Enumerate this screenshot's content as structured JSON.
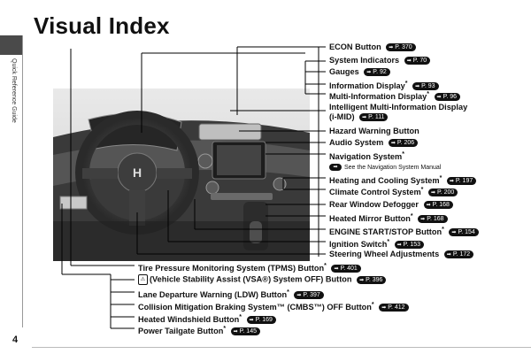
{
  "page": {
    "title": "Visual Index",
    "side_label": "Quick Reference Guide",
    "page_number": "4"
  },
  "callouts_right": [
    {
      "label": "ECON Button",
      "star": "",
      "ref": "P. 370"
    },
    {
      "label": "System Indicators",
      "star": "",
      "ref": "P. 70"
    },
    {
      "label": "Gauges",
      "star": "",
      "ref": "P. 92"
    },
    {
      "label": "Information Display",
      "star": "*",
      "ref": "P. 93"
    },
    {
      "label": "Multi-Information Display",
      "star": "*",
      "ref": "P. 96"
    },
    {
      "label": "Intelligent Multi-Information Display",
      "star": "",
      "ref": ""
    },
    {
      "label": "(i-MID)",
      "star": "",
      "ref": "P. 111"
    },
    {
      "label": "Hazard Warning Button",
      "star": "",
      "ref": ""
    },
    {
      "label": "Audio System",
      "star": "",
      "ref": "P. 206"
    },
    {
      "label": "Navigation System",
      "star": "*",
      "ref": ""
    },
    {
      "label": "Heating and Cooling System",
      "star": "*",
      "ref": "P. 197"
    },
    {
      "label": "Climate Control System",
      "star": "*",
      "ref": "P. 200"
    },
    {
      "label": "Rear Window Defogger",
      "star": "",
      "ref": "P. 168"
    },
    {
      "label": "Heated Mirror Button",
      "star": "*",
      "ref": "P. 168"
    },
    {
      "label": "ENGINE START/STOP Button",
      "star": "*",
      "ref": "P. 154"
    },
    {
      "label": "Ignition Switch",
      "star": "*",
      "ref": "P. 153"
    },
    {
      "label": "Steering Wheel Adjustments",
      "star": "",
      "ref": "P. 172"
    }
  ],
  "navigation_note": "See the Navigation System Manual",
  "callouts_bottom": [
    {
      "label": "Tire Pressure Monitoring System (TPMS) Button",
      "star": "*",
      "ref": "P. 401"
    },
    {
      "label": "(Vehicle Stability Assist (VSA®) System OFF) Button",
      "star": "",
      "ref": "P. 396"
    },
    {
      "label": "Lane Departure Warning (LDW) Button",
      "star": "*",
      "ref": "P. 397"
    },
    {
      "label": "Collision Mitigation Braking System™ (CMBS™) OFF Button",
      "star": "*",
      "ref": "P. 412"
    },
    {
      "label": "Heated Windshield Button",
      "star": "*",
      "ref": "P. 169"
    },
    {
      "label": "Power Tailgate Button",
      "star": "*",
      "ref": "P. 145"
    }
  ],
  "icons": {
    "ref_arrow": "page-ref-arrow-icon",
    "vsa": "vsa-off-icon"
  }
}
